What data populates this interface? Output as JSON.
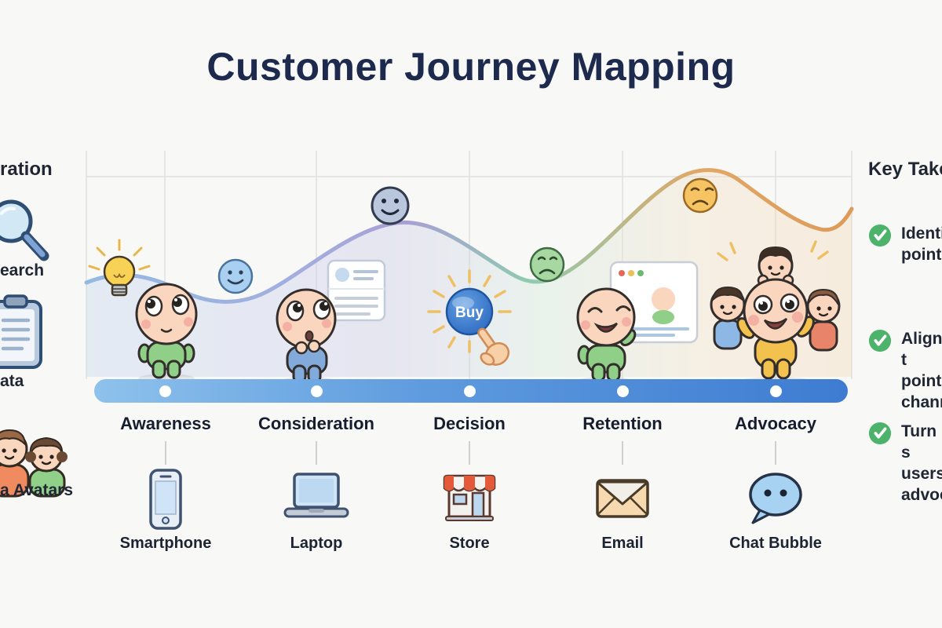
{
  "title": "Customer Journey Mapping",
  "left_panel": {
    "heading": "ration",
    "items": [
      {
        "icon": "magnifier-icon",
        "label": "earch"
      },
      {
        "icon": "clipboard-icon",
        "label": "ata"
      },
      {
        "icon": "persona-avatars-icon",
        "label": "a Avatars"
      }
    ]
  },
  "right_panel": {
    "heading": "Key Take",
    "items": [
      {
        "text": "Identi\npoints"
      },
      {
        "text": "Align t\npoints\nchann"
      },
      {
        "text": "Turn s\nusers\nadvoc"
      }
    ]
  },
  "journey": {
    "stages": [
      {
        "label": "Awareness",
        "channel": "Smartphone"
      },
      {
        "label": "Consideration",
        "channel": "Laptop"
      },
      {
        "label": "Decision",
        "channel": "Store"
      },
      {
        "label": "Retention",
        "channel": "Email"
      },
      {
        "label": "Advocacy",
        "channel": "Chat Bubble"
      }
    ],
    "buy_button_label": "Buy",
    "emotion_markers": [
      "smiley-blue",
      "smiley-peak-blue",
      "frown-green",
      "distressed-orange"
    ]
  },
  "colors": {
    "background": "#f8f8f6",
    "title_text": "#1d2a4d",
    "timeline_start": "#8ec2ec",
    "timeline_end": "#3e7cd2",
    "checkmark_green": "#4db36b",
    "buy_button_blue": "#3574cc"
  }
}
